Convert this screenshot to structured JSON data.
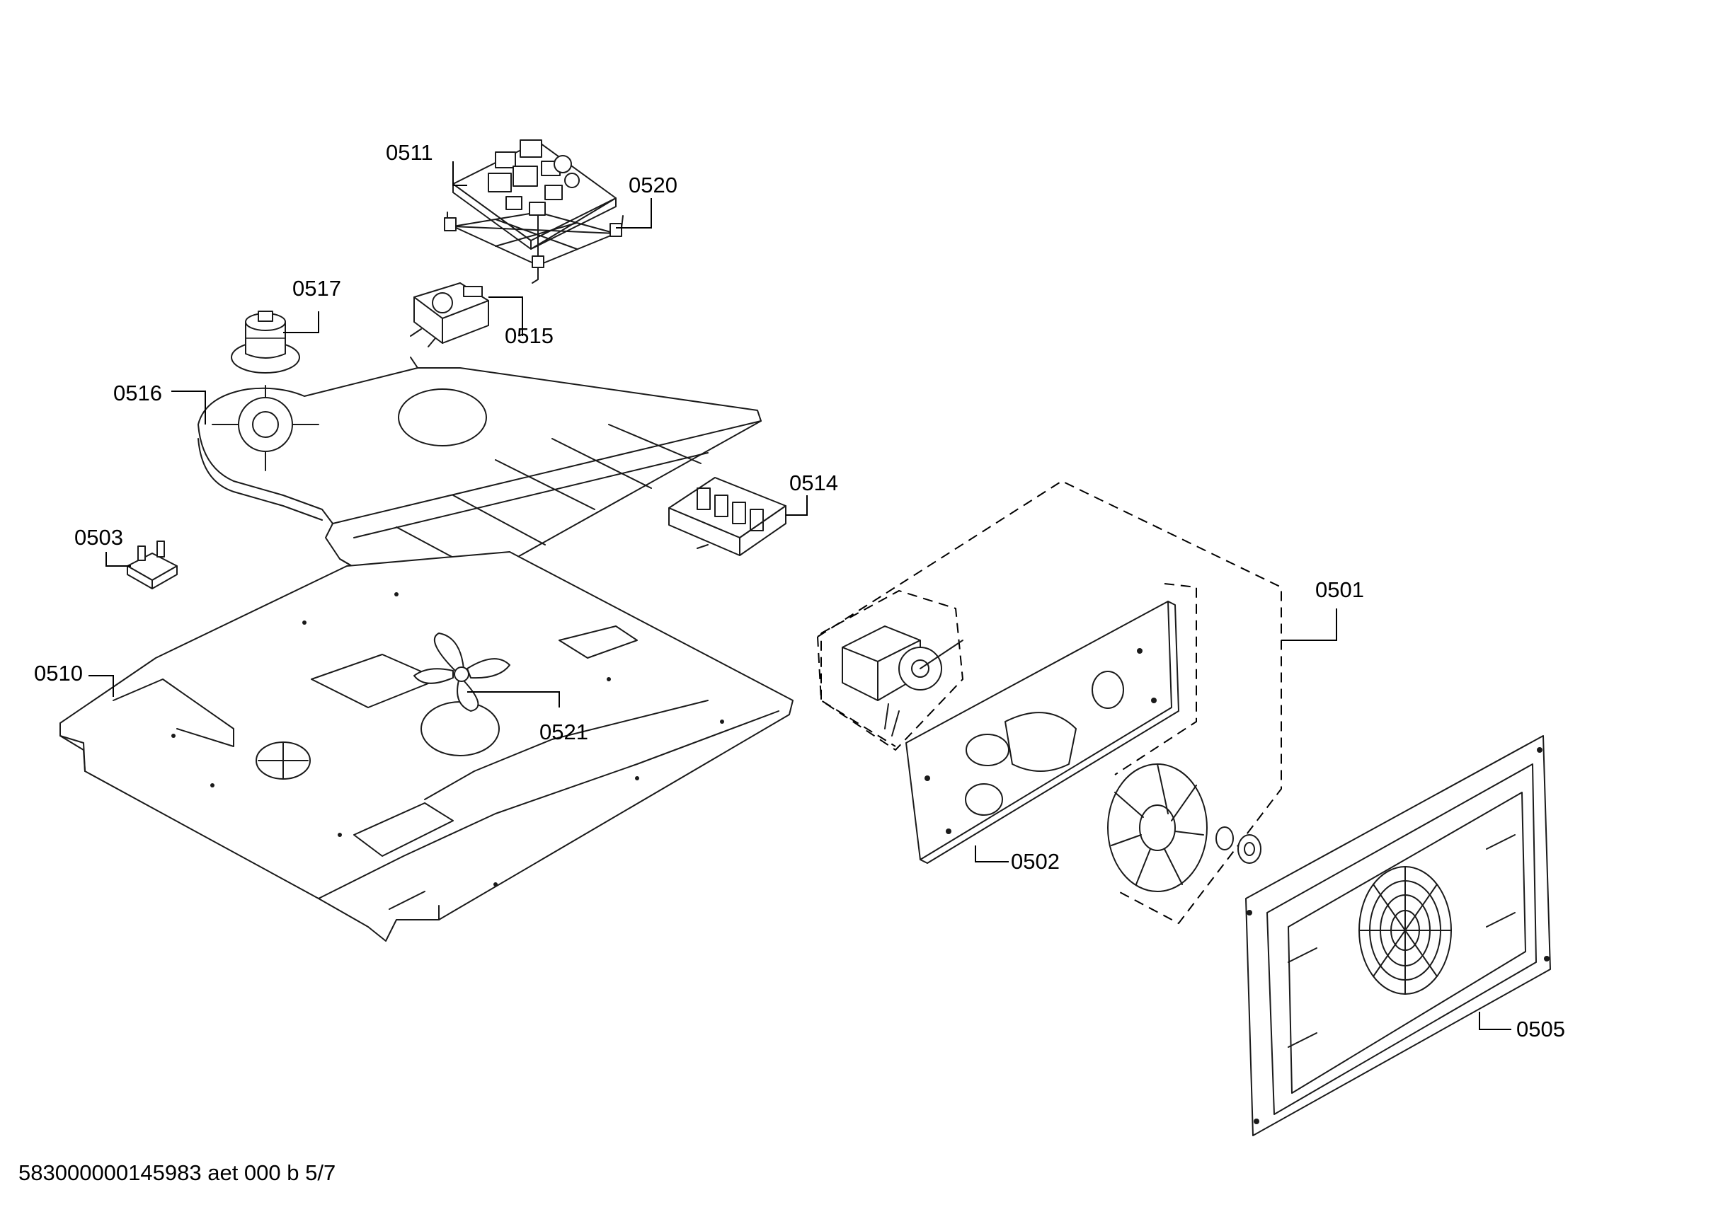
{
  "callouts": {
    "c0511": "0511",
    "c0520": "0520",
    "c0517": "0517",
    "c0515": "0515",
    "c0516": "0516",
    "c0514": "0514",
    "c0503": "0503",
    "c0501": "0501",
    "c0510": "0510",
    "c0521": "0521",
    "c0502": "0502",
    "c0505": "0505"
  },
  "footer_text": "583000000145983 aet 000 b 5/7",
  "colors": {
    "line": "#1a1a1a",
    "background": "#ffffff"
  }
}
